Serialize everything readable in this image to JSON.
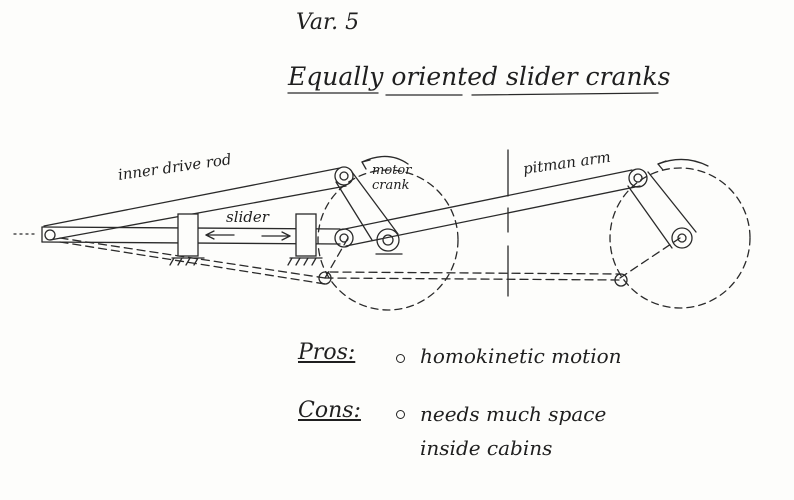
{
  "variant": "Var. 5",
  "title": "Equally oriented slider cranks",
  "labels": {
    "inner_drive_rod": "inner drive rod",
    "slider": "slider",
    "motor_crank_line1": "motor",
    "motor_crank_line2": "crank",
    "pitman_arm": "pitman arm"
  },
  "pros": {
    "heading": "Pros:",
    "items": [
      "homokinetic motion"
    ]
  },
  "cons": {
    "heading": "Cons:",
    "line1": "needs much space",
    "line2": "inside cabins"
  }
}
